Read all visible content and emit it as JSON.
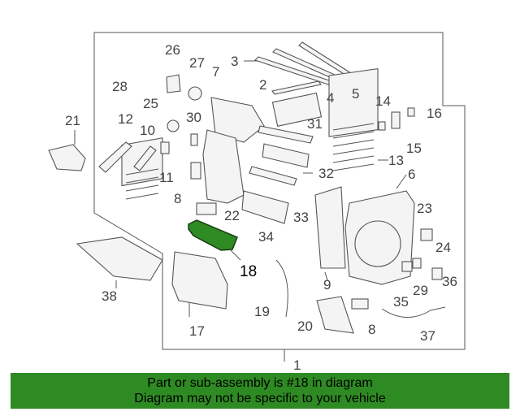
{
  "diagram": {
    "highlighted_part": "18",
    "highlight_color": "#2e8a22",
    "callouts": {
      "c1": "1",
      "c2": "2",
      "c3": "3",
      "c4": "4",
      "c5": "5",
      "c6": "6",
      "c7": "7",
      "c8a": "8",
      "c8b": "8",
      "c9": "9",
      "c10": "10",
      "c11": "11",
      "c12": "12",
      "c13": "13",
      "c14": "14",
      "c15": "15",
      "c16": "16",
      "c17": "17",
      "c18": "18",
      "c19": "19",
      "c20": "20",
      "c21": "21",
      "c22": "22",
      "c23": "23",
      "c24": "24",
      "c25": "25",
      "c26": "26",
      "c27": "27",
      "c28": "28",
      "c29": "29",
      "c30": "30",
      "c31": "31",
      "c32": "32",
      "c33": "33",
      "c34": "34",
      "c35": "35",
      "c36": "36",
      "c37": "37",
      "c38": "38"
    }
  },
  "banner": {
    "line1": "Part or sub-assembly is #18 in diagram",
    "line2": "Diagram may not be specific to your vehicle",
    "color": "#2e8a22"
  }
}
